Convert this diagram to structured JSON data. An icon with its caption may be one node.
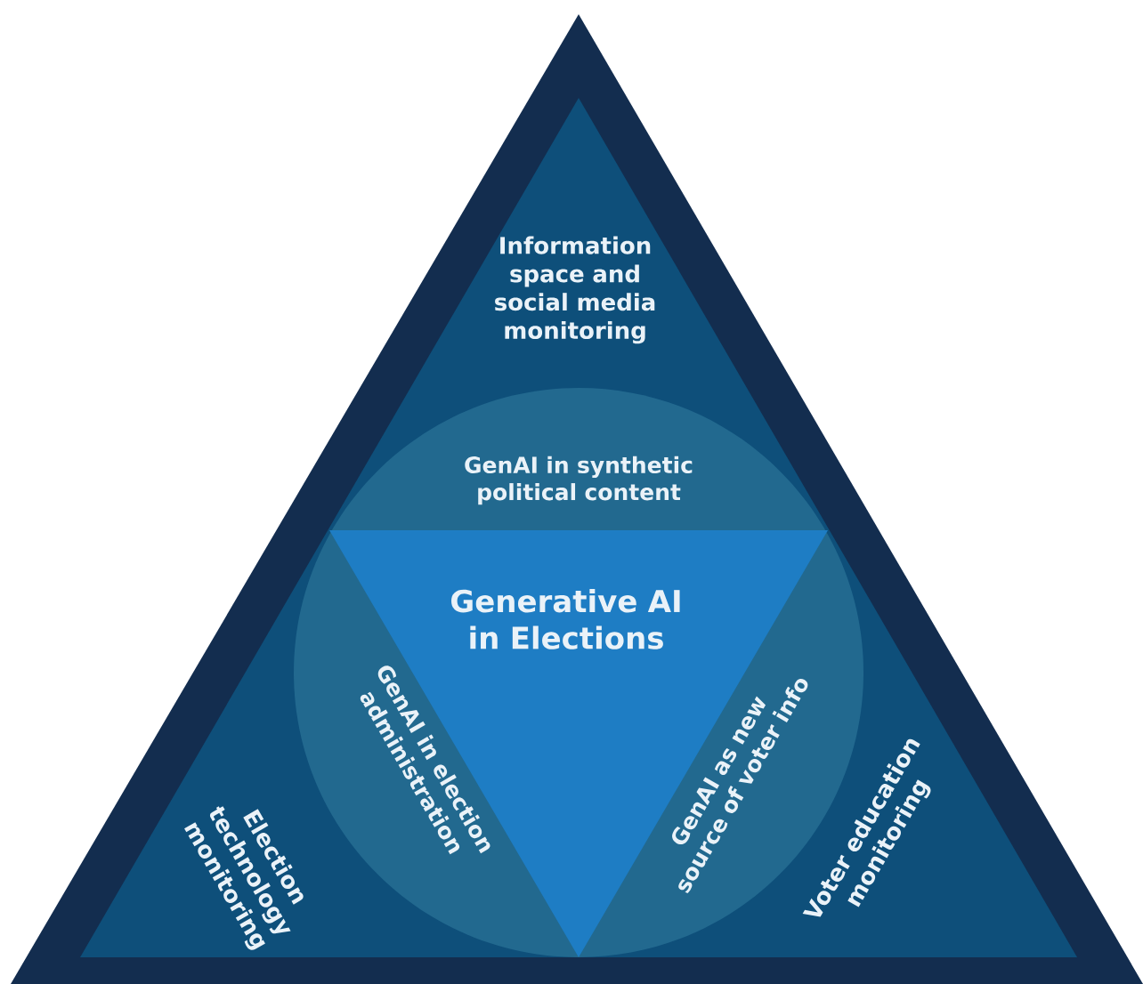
{
  "diagram": {
    "nodes": [
      {
        "text": [
          "Information space and social media monitoring",
          "Election technology monitoring",
          "Voter education monitoring"
        ]
      },
      {
        "text": [
          "GenAI in synthetic political content",
          "GenAI in election administration",
          "GenAI as new source of voter info"
        ],
        "in": 0
      },
      {
        "text": [
          "Generative AI in Elections"
        ],
        "in": 1
      }
    ]
  }
}
